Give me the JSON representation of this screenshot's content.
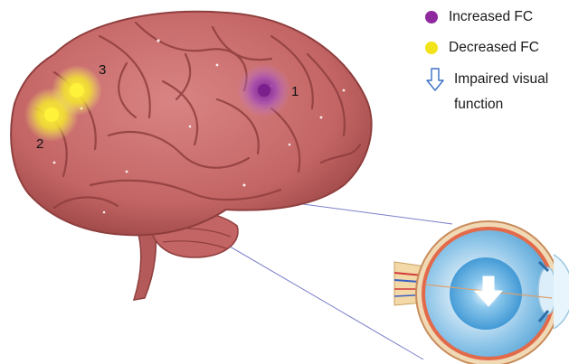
{
  "legend": {
    "items": [
      {
        "label": "Increased FC",
        "color": "#8e2a9e"
      },
      {
        "label": "Decreased FC",
        "color": "#f2e31a"
      },
      {
        "label": "Impaired visual function",
        "line1": "Impaired visual",
        "line2": "function",
        "icon": "down-arrow-icon",
        "color": "#3a6fc4"
      }
    ]
  },
  "markers": [
    {
      "id": "1",
      "label": "1",
      "type": "increased",
      "color": "#8e2a9e"
    },
    {
      "id": "2",
      "label": "2",
      "type": "decreased",
      "color": "#f2e31a"
    },
    {
      "id": "3",
      "label": "3",
      "type": "decreased",
      "color": "#f2e31a"
    }
  ],
  "colors": {
    "brain": "#c96b6b",
    "brain_dark": "#8f3e3e",
    "eye_sclera": "#e9f3fa",
    "eye_iris": "#4aa8e0",
    "connector": "#7b7fc9"
  }
}
